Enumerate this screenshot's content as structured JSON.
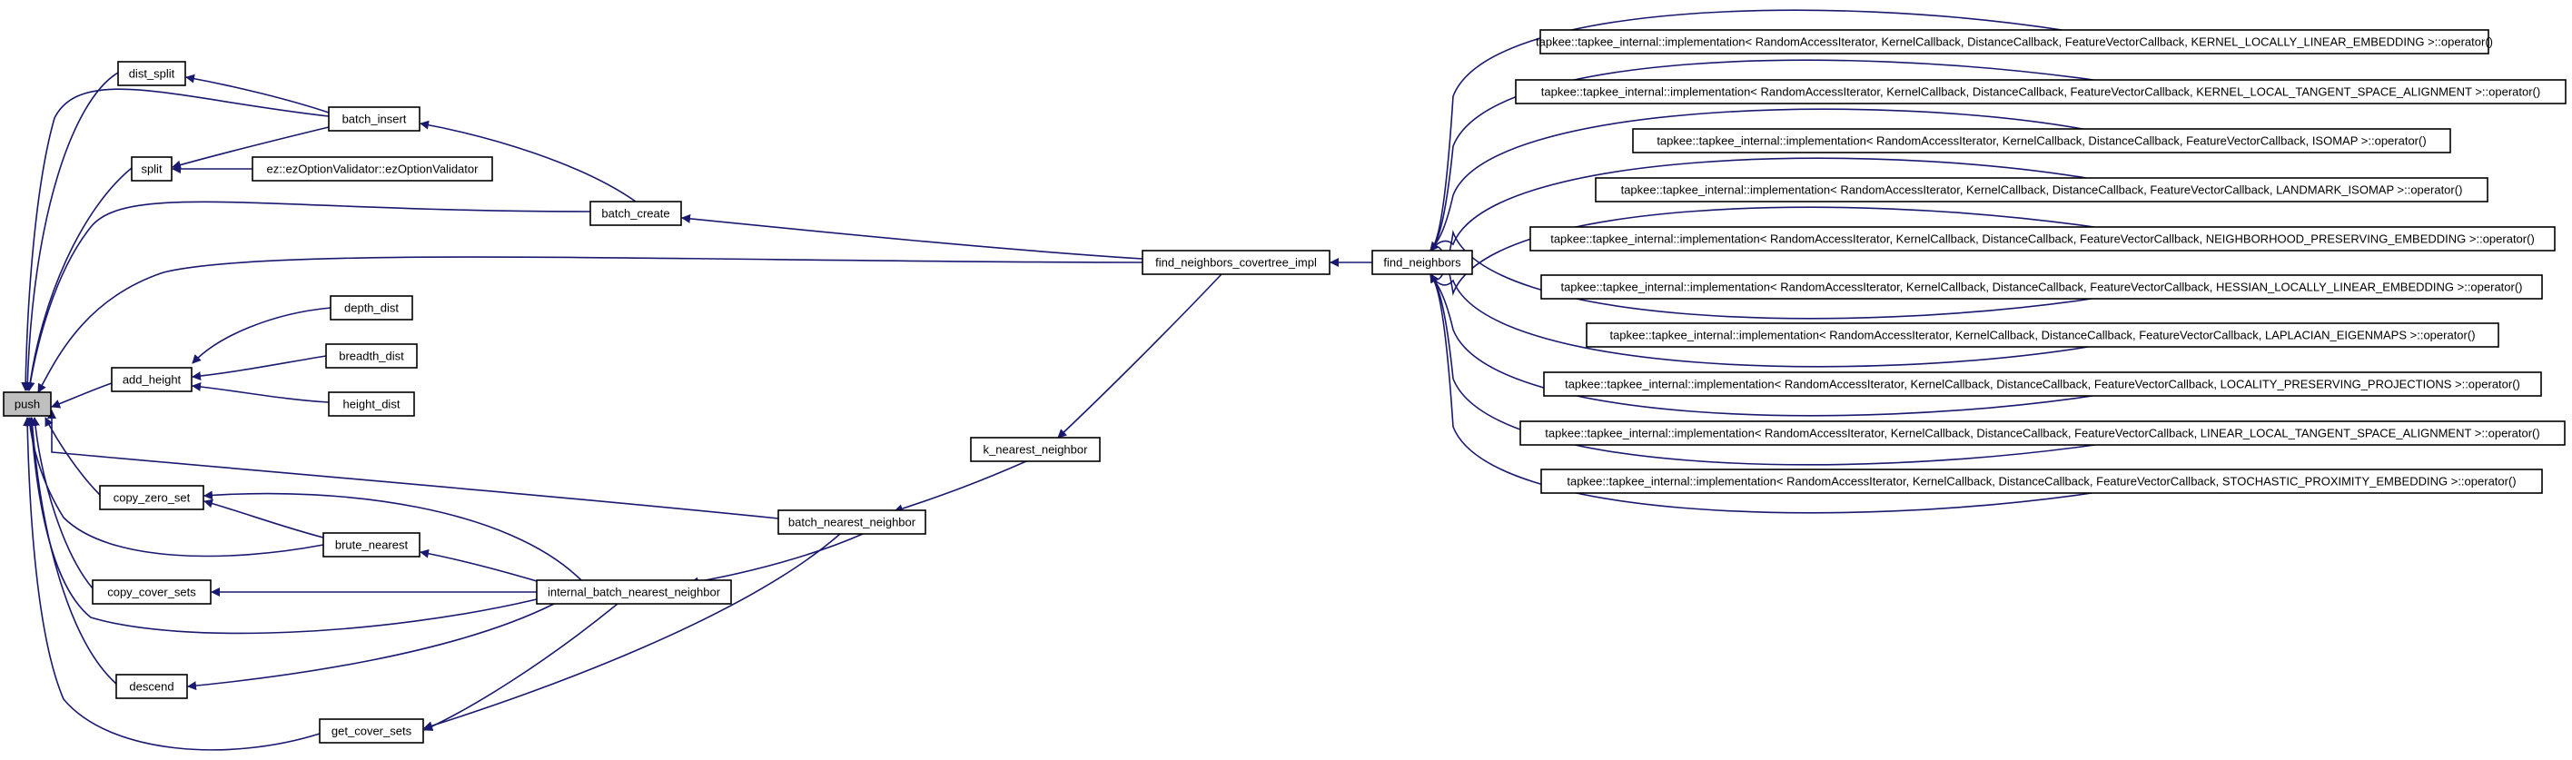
{
  "graph": {
    "colors": {
      "edge": "#191970",
      "node_border": "#000000",
      "root_fill": "#bfbfbf",
      "background": "#ffffff"
    },
    "nodes": [
      {
        "id": "push",
        "label": "push"
      },
      {
        "id": "dist_split",
        "label": "dist_split"
      },
      {
        "id": "split",
        "label": "split"
      },
      {
        "id": "add_height",
        "label": "add_height"
      },
      {
        "id": "copy_zero_set",
        "label": "copy_zero_set"
      },
      {
        "id": "copy_cover_sets",
        "label": "copy_cover_sets"
      },
      {
        "id": "descend",
        "label": "descend"
      },
      {
        "id": "batch_insert",
        "label": "batch_insert"
      },
      {
        "id": "ezOptionValidator",
        "label": "ez::ezOptionValidator::ezOptionValidator"
      },
      {
        "id": "depth_dist",
        "label": "depth_dist"
      },
      {
        "id": "breadth_dist",
        "label": "breadth_dist"
      },
      {
        "id": "height_dist",
        "label": "height_dist"
      },
      {
        "id": "brute_nearest",
        "label": "brute_nearest"
      },
      {
        "id": "get_cover_sets",
        "label": "get_cover_sets"
      },
      {
        "id": "batch_create",
        "label": "batch_create"
      },
      {
        "id": "internal_batch_nearest_neighbor",
        "label": "internal_batch_nearest_neighbor"
      },
      {
        "id": "batch_nearest_neighbor",
        "label": "batch_nearest_neighbor"
      },
      {
        "id": "k_nearest_neighbor",
        "label": "k_nearest_neighbor"
      },
      {
        "id": "find_neighbors_covertree_impl",
        "label": "find_neighbors_covertree_impl"
      },
      {
        "id": "find_neighbors",
        "label": "find_neighbors"
      },
      {
        "id": "impl_lle",
        "label": "tapkee::tapkee_internal::implementation< RandomAccessIterator, KernelCallback, DistanceCallback, FeatureVectorCallback, KERNEL_LOCALLY_LINEAR_EMBEDDING >::operator()"
      },
      {
        "id": "impl_ltsa",
        "label": "tapkee::tapkee_internal::implementation< RandomAccessIterator, KernelCallback, DistanceCallback, FeatureVectorCallback, KERNEL_LOCAL_TANGENT_SPACE_ALIGNMENT >::operator()"
      },
      {
        "id": "impl_isomap",
        "label": "tapkee::tapkee_internal::implementation< RandomAccessIterator, KernelCallback, DistanceCallback, FeatureVectorCallback, ISOMAP >::operator()"
      },
      {
        "id": "impl_lisomap",
        "label": "tapkee::tapkee_internal::implementation< RandomAccessIterator, KernelCallback, DistanceCallback, FeatureVectorCallback, LANDMARK_ISOMAP >::operator()"
      },
      {
        "id": "impl_npe",
        "label": "tapkee::tapkee_internal::implementation< RandomAccessIterator, KernelCallback, DistanceCallback, FeatureVectorCallback, NEIGHBORHOOD_PRESERVING_EMBEDDING >::operator()"
      },
      {
        "id": "impl_hlle",
        "label": "tapkee::tapkee_internal::implementation< RandomAccessIterator, KernelCallback, DistanceCallback, FeatureVectorCallback, HESSIAN_LOCALLY_LINEAR_EMBEDDING >::operator()"
      },
      {
        "id": "impl_le",
        "label": "tapkee::tapkee_internal::implementation< RandomAccessIterator, KernelCallback, DistanceCallback, FeatureVectorCallback, LAPLACIAN_EIGENMAPS >::operator()"
      },
      {
        "id": "impl_lpp",
        "label": "tapkee::tapkee_internal::implementation< RandomAccessIterator, KernelCallback, DistanceCallback, FeatureVectorCallback, LOCALITY_PRESERVING_PROJECTIONS >::operator()"
      },
      {
        "id": "impl_lltsa",
        "label": "tapkee::tapkee_internal::implementation< RandomAccessIterator, KernelCallback, DistanceCallback, FeatureVectorCallback, LINEAR_LOCAL_TANGENT_SPACE_ALIGNMENT >::operator()"
      },
      {
        "id": "impl_spe",
        "label": "tapkee::tapkee_internal::implementation< RandomAccessIterator, KernelCallback, DistanceCallback, FeatureVectorCallback, STOCHASTIC_PROXIMITY_EMBEDDING >::operator()"
      }
    ],
    "edges": [
      {
        "from": "dist_split",
        "to": "push"
      },
      {
        "from": "split",
        "to": "push"
      },
      {
        "from": "add_height",
        "to": "push"
      },
      {
        "from": "copy_zero_set",
        "to": "push"
      },
      {
        "from": "copy_cover_sets",
        "to": "push"
      },
      {
        "from": "descend",
        "to": "push"
      },
      {
        "from": "batch_insert",
        "to": "push"
      },
      {
        "from": "batch_create",
        "to": "push"
      },
      {
        "from": "find_neighbors_covertree_impl",
        "to": "push"
      },
      {
        "from": "batch_nearest_neighbor",
        "to": "push"
      },
      {
        "from": "brute_nearest",
        "to": "push"
      },
      {
        "from": "internal_batch_nearest_neighbor",
        "to": "push"
      },
      {
        "from": "get_cover_sets",
        "to": "push"
      },
      {
        "from": "batch_insert",
        "to": "dist_split"
      },
      {
        "from": "batch_insert",
        "to": "split"
      },
      {
        "from": "ezOptionValidator",
        "to": "split"
      },
      {
        "from": "depth_dist",
        "to": "add_height"
      },
      {
        "from": "breadth_dist",
        "to": "add_height"
      },
      {
        "from": "height_dist",
        "to": "add_height"
      },
      {
        "from": "brute_nearest",
        "to": "copy_zero_set"
      },
      {
        "from": "internal_batch_nearest_neighbor",
        "to": "copy_zero_set"
      },
      {
        "from": "internal_batch_nearest_neighbor",
        "to": "copy_cover_sets"
      },
      {
        "from": "internal_batch_nearest_neighbor",
        "to": "descend"
      },
      {
        "from": "batch_create",
        "to": "batch_insert"
      },
      {
        "from": "internal_batch_nearest_neighbor",
        "to": "brute_nearest"
      },
      {
        "from": "batch_nearest_neighbor",
        "to": "get_cover_sets"
      },
      {
        "from": "internal_batch_nearest_neighbor",
        "to": "get_cover_sets"
      },
      {
        "from": "find_neighbors_covertree_impl",
        "to": "batch_create"
      },
      {
        "from": "batch_nearest_neighbor",
        "to": "internal_batch_nearest_neighbor"
      },
      {
        "from": "k_nearest_neighbor",
        "to": "batch_nearest_neighbor"
      },
      {
        "from": "find_neighbors_covertree_impl",
        "to": "k_nearest_neighbor"
      },
      {
        "from": "find_neighbors",
        "to": "find_neighbors_covertree_impl"
      },
      {
        "from": "impl_lle",
        "to": "find_neighbors"
      },
      {
        "from": "impl_ltsa",
        "to": "find_neighbors"
      },
      {
        "from": "impl_isomap",
        "to": "find_neighbors"
      },
      {
        "from": "impl_lisomap",
        "to": "find_neighbors"
      },
      {
        "from": "impl_npe",
        "to": "find_neighbors"
      },
      {
        "from": "impl_hlle",
        "to": "find_neighbors"
      },
      {
        "from": "impl_le",
        "to": "find_neighbors"
      },
      {
        "from": "impl_lpp",
        "to": "find_neighbors"
      },
      {
        "from": "impl_lltsa",
        "to": "find_neighbors"
      },
      {
        "from": "impl_spe",
        "to": "find_neighbors"
      }
    ]
  }
}
